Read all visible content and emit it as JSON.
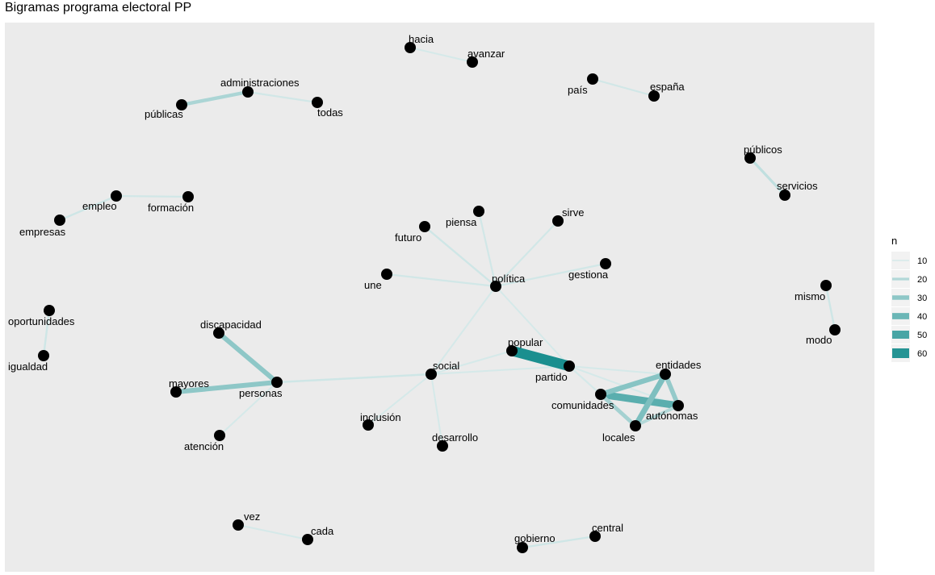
{
  "title": "Bigramas programa electoral PP",
  "colors": {
    "panel": "#ebebeb",
    "node": "#000000",
    "edge_low": "#d5e9e9",
    "edge_high": "#1a8f8f"
  },
  "nodes": [
    {
      "id": "hacia",
      "label": "hacia"
    },
    {
      "id": "avanzar",
      "label": "avanzar"
    },
    {
      "id": "administraciones",
      "label": "administraciones"
    },
    {
      "id": "publicas",
      "label": "públicas"
    },
    {
      "id": "todas",
      "label": "todas"
    },
    {
      "id": "pais",
      "label": "país"
    },
    {
      "id": "espana",
      "label": "españa"
    },
    {
      "id": "publicos",
      "label": "públicos"
    },
    {
      "id": "servicios",
      "label": "servicios"
    },
    {
      "id": "empleo",
      "label": "empleo"
    },
    {
      "id": "formacion",
      "label": "formación"
    },
    {
      "id": "empresas",
      "label": "empresas"
    },
    {
      "id": "piensa",
      "label": "piensa"
    },
    {
      "id": "futuro",
      "label": "futuro"
    },
    {
      "id": "sirve",
      "label": "sirve"
    },
    {
      "id": "gestiona",
      "label": "gestiona"
    },
    {
      "id": "une",
      "label": "une"
    },
    {
      "id": "politica",
      "label": "política"
    },
    {
      "id": "mismo",
      "label": "mismo"
    },
    {
      "id": "modo",
      "label": "modo"
    },
    {
      "id": "oportunidades",
      "label": "oportunidades"
    },
    {
      "id": "igualdad",
      "label": "igualdad"
    },
    {
      "id": "discapacidad",
      "label": "discapacidad"
    },
    {
      "id": "popular",
      "label": "popular"
    },
    {
      "id": "partido",
      "label": "partido"
    },
    {
      "id": "entidades",
      "label": "entidades"
    },
    {
      "id": "social",
      "label": "social"
    },
    {
      "id": "mayores",
      "label": "mayores"
    },
    {
      "id": "personas",
      "label": "personas"
    },
    {
      "id": "comunidades",
      "label": "comunidades"
    },
    {
      "id": "autonomas",
      "label": "autónomas"
    },
    {
      "id": "inclusion",
      "label": "inclusión"
    },
    {
      "id": "locales",
      "label": "locales"
    },
    {
      "id": "desarrollo",
      "label": "desarrollo"
    },
    {
      "id": "atencion",
      "label": "atención"
    },
    {
      "id": "vez",
      "label": "vez"
    },
    {
      "id": "cada",
      "label": "cada"
    },
    {
      "id": "central",
      "label": "central"
    },
    {
      "id": "gobierno",
      "label": "gobierno"
    }
  ],
  "edges": [
    {
      "from": "hacia",
      "to": "avanzar",
      "n": 10
    },
    {
      "from": "publicas",
      "to": "administraciones",
      "n": 22
    },
    {
      "from": "administraciones",
      "to": "todas",
      "n": 11
    },
    {
      "from": "pais",
      "to": "espana",
      "n": 11
    },
    {
      "from": "publicos",
      "to": "servicios",
      "n": 16
    },
    {
      "from": "empresas",
      "to": "empleo",
      "n": 12
    },
    {
      "from": "empleo",
      "to": "formacion",
      "n": 11
    },
    {
      "from": "futuro",
      "to": "politica",
      "n": 12
    },
    {
      "from": "piensa",
      "to": "politica",
      "n": 11
    },
    {
      "from": "sirve",
      "to": "politica",
      "n": 11
    },
    {
      "from": "gestiona",
      "to": "politica",
      "n": 11
    },
    {
      "from": "une",
      "to": "politica",
      "n": 11
    },
    {
      "from": "politica",
      "to": "social",
      "n": 10
    },
    {
      "from": "politica",
      "to": "partido",
      "n": 10
    },
    {
      "from": "mismo",
      "to": "modo",
      "n": 12
    },
    {
      "from": "oportunidades",
      "to": "igualdad",
      "n": 12
    },
    {
      "from": "discapacidad",
      "to": "personas",
      "n": 30
    },
    {
      "from": "mayores",
      "to": "personas",
      "n": 30
    },
    {
      "from": "personas",
      "to": "social",
      "n": 12
    },
    {
      "from": "personas",
      "to": "atencion",
      "n": 10
    },
    {
      "from": "social",
      "to": "popular",
      "n": 10
    },
    {
      "from": "social",
      "to": "partido",
      "n": 10
    },
    {
      "from": "social",
      "to": "inclusion",
      "n": 10
    },
    {
      "from": "social",
      "to": "desarrollo",
      "n": 10
    },
    {
      "from": "popular",
      "to": "partido",
      "n": 63
    },
    {
      "from": "partido",
      "to": "entidades",
      "n": 10
    },
    {
      "from": "partido",
      "to": "comunidades",
      "n": 10
    },
    {
      "from": "partido",
      "to": "autonomas",
      "n": 10
    },
    {
      "from": "partido",
      "to": "locales",
      "n": 10
    },
    {
      "from": "comunidades",
      "to": "autonomas",
      "n": 45
    },
    {
      "from": "comunidades",
      "to": "entidades",
      "n": 32
    },
    {
      "from": "entidades",
      "to": "locales",
      "n": 35
    },
    {
      "from": "entidades",
      "to": "autonomas",
      "n": 28
    },
    {
      "from": "comunidades",
      "to": "locales",
      "n": 24
    },
    {
      "from": "locales",
      "to": "autonomas",
      "n": 20
    },
    {
      "from": "vez",
      "to": "cada",
      "n": 10
    },
    {
      "from": "gobierno",
      "to": "central",
      "n": 12
    }
  ],
  "legend": {
    "title": "n",
    "entries": [
      {
        "label": "10",
        "value": 10
      },
      {
        "label": "20",
        "value": 20
      },
      {
        "label": "30",
        "value": 30
      },
      {
        "label": "40",
        "value": 40
      },
      {
        "label": "50",
        "value": 50
      },
      {
        "label": "60",
        "value": 60
      }
    ]
  }
}
